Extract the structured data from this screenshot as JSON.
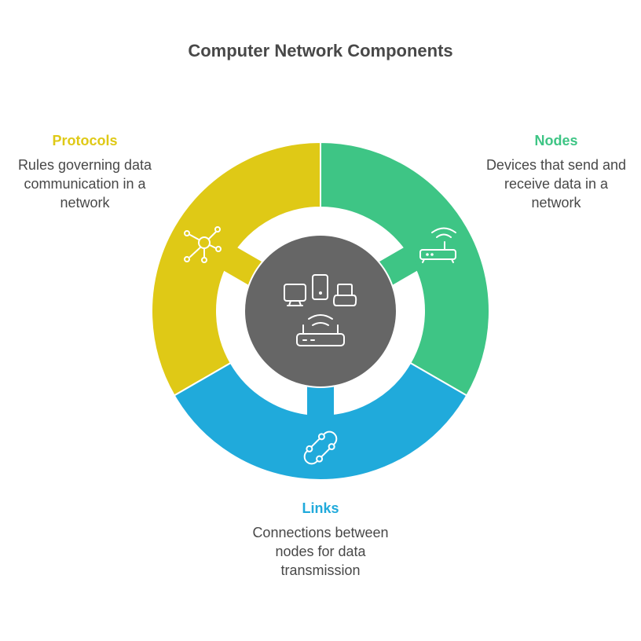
{
  "title": "Computer Network Components",
  "colors": {
    "protocols": "#DFC916",
    "nodes": "#3EC585",
    "links": "#20AADB",
    "center": "#666666",
    "text": "#484848"
  },
  "segments": [
    {
      "key": "protocols",
      "label": "Protocols",
      "description": "Rules governing data communication in a network",
      "icon": "network-hub-icon"
    },
    {
      "key": "nodes",
      "label": "Nodes",
      "description": "Devices that send and receive data in a network",
      "icon": "wifi-router-icon"
    },
    {
      "key": "links",
      "label": "Links",
      "description": "Connections between nodes for data transmission",
      "icon": "link-chain-icon"
    }
  ],
  "center": {
    "icon": "devices-router-icon"
  }
}
